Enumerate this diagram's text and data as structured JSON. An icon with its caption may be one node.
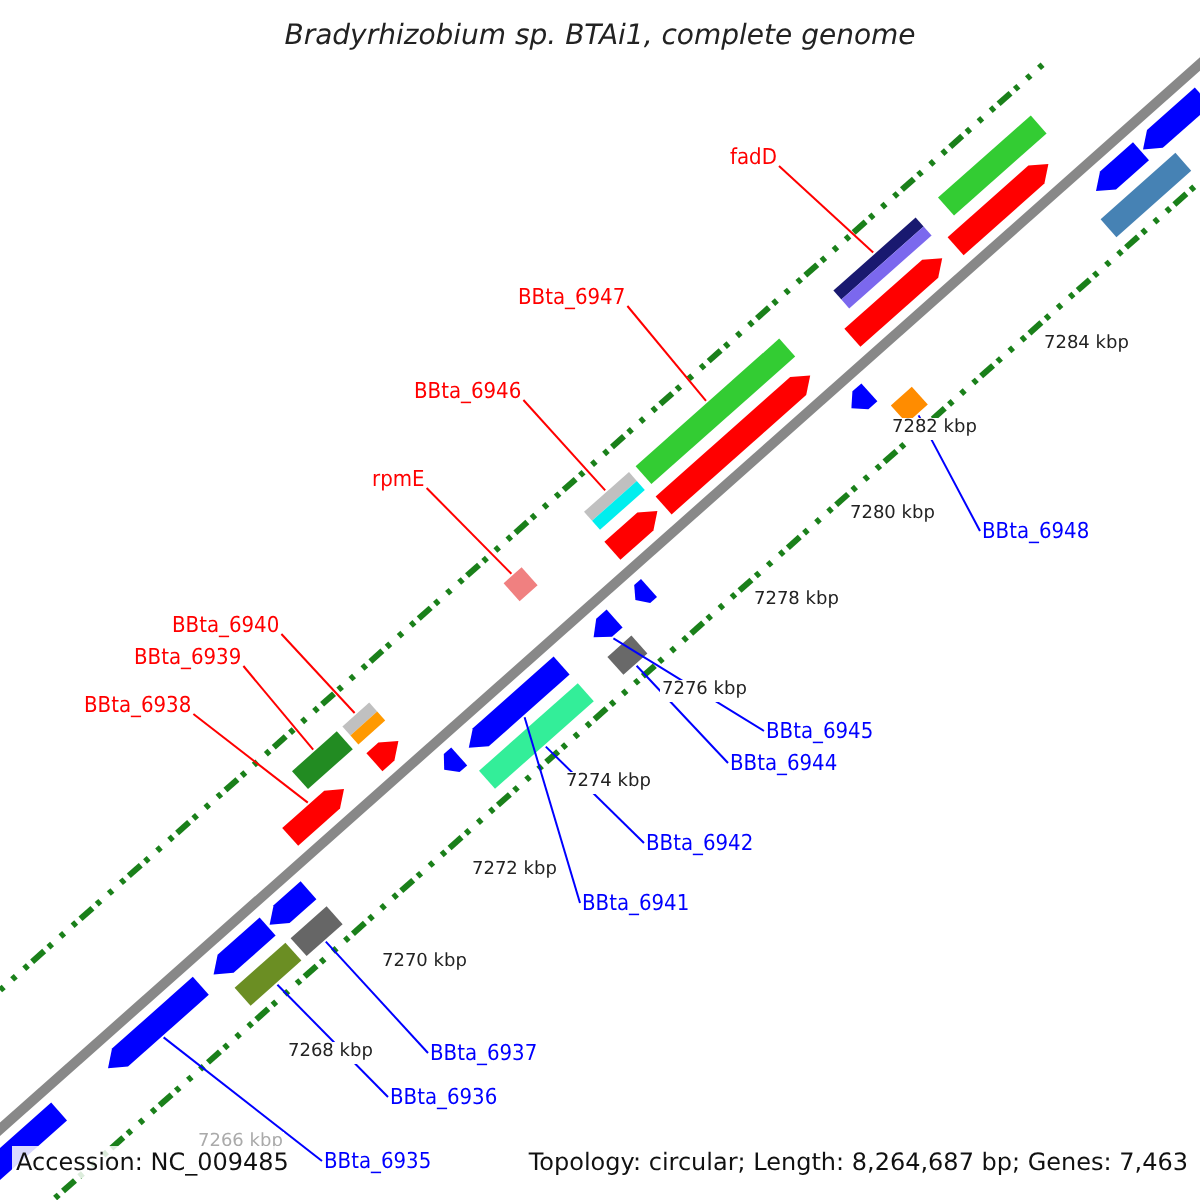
{
  "diagram": {
    "title": "Bradyrhizobium sp. BTAi1, complete genome",
    "nodes": [
      {
        "text": [
          "fadD"
        ]
      },
      {
        "text": [
          "BBta_6947"
        ]
      },
      {
        "text": [
          "BBta_6946"
        ]
      },
      {
        "text": [
          "BBta_6948"
        ]
      },
      {
        "text": [
          "rpmE"
        ]
      },
      {
        "text": [
          "BBta_6940"
        ]
      },
      {
        "text": [
          "BBta_6939"
        ]
      },
      {
        "text": [
          "BBta_6945"
        ]
      },
      {
        "text": [
          "BBta_6938"
        ]
      },
      {
        "text": [
          "BBta_6944"
        ]
      },
      {
        "text": [
          "BBta_6942"
        ]
      },
      {
        "text": [
          "BBta_6941"
        ]
      },
      {
        "text": [
          "BBta_6937"
        ]
      },
      {
        "text": [
          "BBta_6936"
        ]
      },
      {
        "text": [
          "BBta_6935"
        ]
      },
      {
        "text": [],
        "shape": "bar"
      },
      {
        "text": [],
        "shape": "bar"
      },
      {
        "text": [],
        "shape": "bar"
      },
      {
        "text": [],
        "shape": "bar"
      },
      {
        "text": [],
        "shape": "bar"
      },
      {
        "text": [],
        "shape": "bar"
      },
      {
        "text": [],
        "shape": "bar"
      },
      {
        "text": [],
        "shape": "arrow"
      },
      {
        "text": [],
        "shape": "arrow"
      },
      {
        "text": [],
        "shape": "bar"
      },
      {
        "text": [],
        "shape": "bar"
      },
      {
        "text": [],
        "shape": "arrow"
      },
      {
        "text": [],
        "shape": "bar"
      },
      {
        "text": [],
        "shape": "bar"
      },
      {
        "text": [],
        "shape": "arrow"
      },
      {
        "text": [],
        "shape": "bar"
      },
      {
        "text": [],
        "shape": "arrow"
      },
      {
        "text": [],
        "shape": "arrow"
      },
      {
        "text": [],
        "shape": "arrow"
      },
      {
        "text": [],
        "shape": "arrow"
      },
      {
        "text": [],
        "shape": "arrow"
      },
      {
        "text": [],
        "shape": "arrow"
      },
      {
        "text": [],
        "shape": "arrow"
      },
      {
        "text": [],
        "shape": "bar"
      },
      {
        "text": [],
        "shape": "arrow"
      },
      {
        "text": [],
        "shape": "arrow"
      },
      {
        "text": [],
        "shape": "arrow"
      },
      {
        "text": [],
        "shape": "arrow"
      },
      {
        "text": [],
        "shape": "arrow"
      },
      {
        "text": [],
        "shape": "arrow"
      }
    ],
    "edges": [
      {
        "from": 0,
        "to": 15,
        "arrow": "none",
        "color": "#ff0000"
      },
      {
        "from": 1,
        "to": 16,
        "arrow": "none",
        "color": "#ff0000"
      },
      {
        "from": 2,
        "to": 17,
        "arrow": "none",
        "color": "#ff0000"
      },
      {
        "from": 3,
        "to": 18,
        "arrow": "none"
      },
      {
        "from": 4,
        "to": 19,
        "arrow": "none",
        "color": "#ff0000"
      },
      {
        "from": 5,
        "to": 20,
        "arrow": "none",
        "color": "#ff0000"
      },
      {
        "from": 6,
        "to": 21,
        "arrow": "none",
        "color": "#ff0000"
      },
      {
        "from": 7,
        "to": 22,
        "arrow": "none"
      },
      {
        "from": 8,
        "to": 23,
        "arrow": "none",
        "color": "#ff0000"
      },
      {
        "from": 9,
        "to": 24,
        "arrow": "none"
      },
      {
        "from": 10,
        "to": 25,
        "arrow": "none"
      },
      {
        "from": 11,
        "to": 26,
        "arrow": "none"
      },
      {
        "from": 12,
        "to": 27,
        "arrow": "none"
      },
      {
        "from": 13,
        "to": 28,
        "arrow": "none"
      },
      {
        "from": 14,
        "to": 29,
        "arrow": "none"
      }
    ],
    "labels": [
      "7284 kbp",
      "7282 kbp",
      "7280 kbp",
      "7278 kbp",
      "7276 kbp",
      "7274 kbp",
      "7272 kbp",
      "7270 kbp",
      "7268 kbp",
      "7266 kbp",
      "Accession: NC_009485",
      "Topology: circular; Length: 8,264,687 bp; Genes: 7,463"
    ]
  }
}
